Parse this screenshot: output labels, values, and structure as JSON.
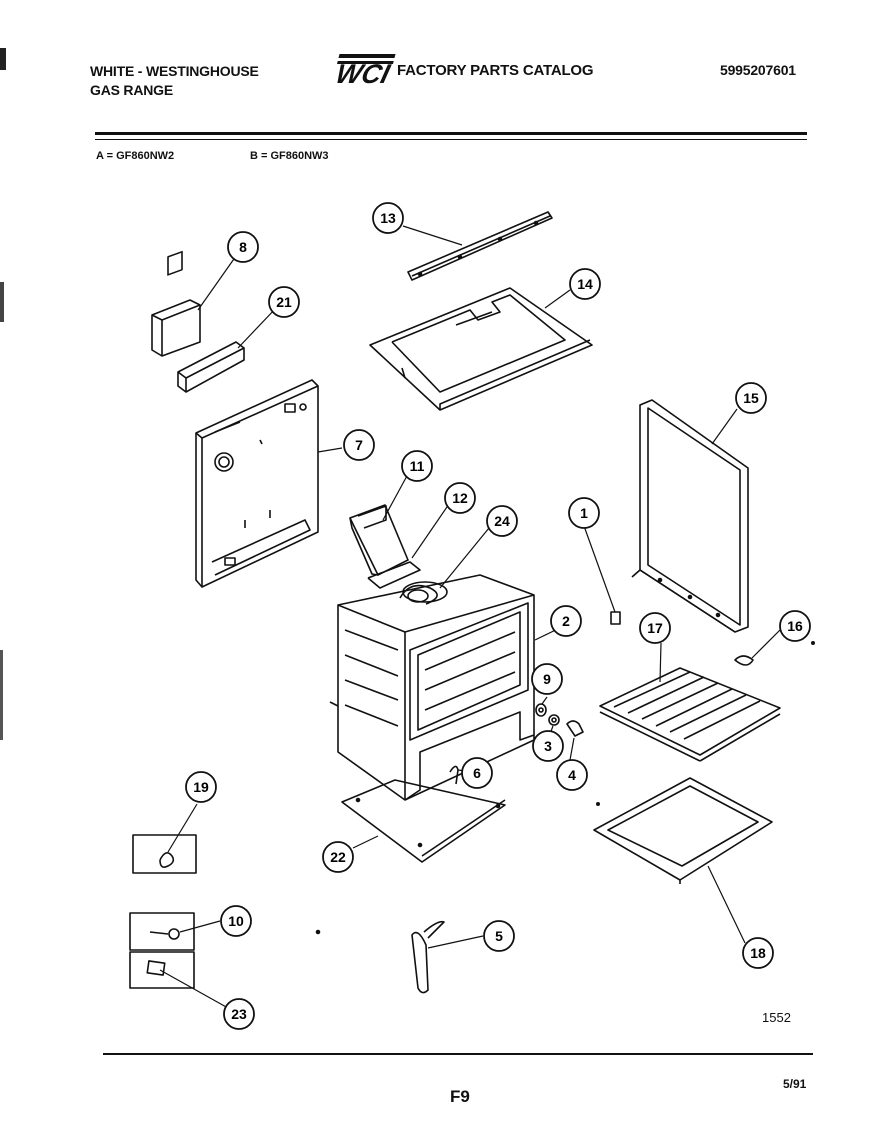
{
  "header": {
    "brand_line1": "WHITE - WESTINGHOUSE",
    "brand_line2": "GAS RANGE",
    "catalog_title": "FACTORY PARTS CATALOG",
    "logo_text": "WCI",
    "part_number": "5995207601"
  },
  "models": {
    "a": "A = GF860NW2",
    "b": "B = GF860NW3"
  },
  "callouts": [
    "1",
    "2",
    "3",
    "4",
    "5",
    "6",
    "7",
    "8",
    "9",
    "10",
    "11",
    "12",
    "13",
    "14",
    "15",
    "16",
    "17",
    "18",
    "19",
    "21",
    "22",
    "23",
    "24"
  ],
  "footer": {
    "ref_number": "1552",
    "page_label": "F9",
    "date": "5/91"
  }
}
